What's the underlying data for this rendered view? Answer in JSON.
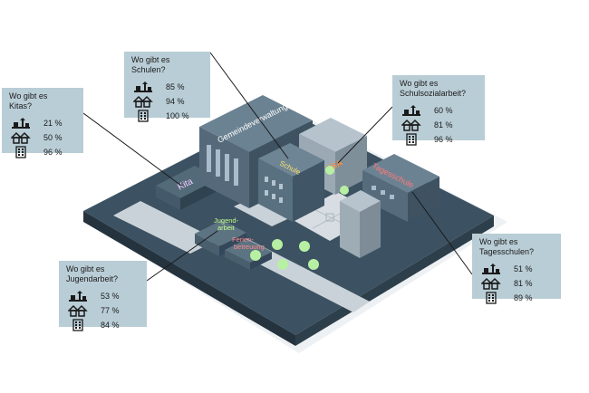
{
  "icons": [
    "village-icon",
    "town-icon",
    "city-icon"
  ],
  "buildings": {
    "gemeindeverwaltung": "Gemeindeverwaltung",
    "schule": "Schule",
    "ssa": "SSA",
    "tagesschule": "Tagesschule",
    "kita": "Kita",
    "jugendarbeit_line1": "Jugend-",
    "jugendarbeit_line2": "arbeit",
    "ferien_line1": "Ferien-",
    "ferien_line2": "betreuung"
  },
  "callouts": {
    "schulen": {
      "question_line1": "Wo gibt es",
      "question_line2": "Schulen?",
      "values": [
        "85 %",
        "94 %",
        "100 %"
      ]
    },
    "kitas": {
      "question_line1": "Wo gibt es",
      "question_line2": "Kitas?",
      "values": [
        "21 %",
        "50 %",
        "96 %"
      ]
    },
    "schulsozialarbeit": {
      "question_line1": "Wo gibt es",
      "question_line2": "Schulsozialarbeit?",
      "values": [
        "60 %",
        "81 %",
        "96 %"
      ]
    },
    "tagesschulen": {
      "question_line1": "Wo gibt es",
      "question_line2": "Tagesschulen?",
      "values": [
        "51 %",
        "81 %",
        "89 %"
      ]
    },
    "jugendarbeit": {
      "question_line1": "Wo gibt es",
      "question_line2": "Jugendarbeit?",
      "values": [
        "53 %",
        "77 %",
        "84 %"
      ]
    }
  }
}
